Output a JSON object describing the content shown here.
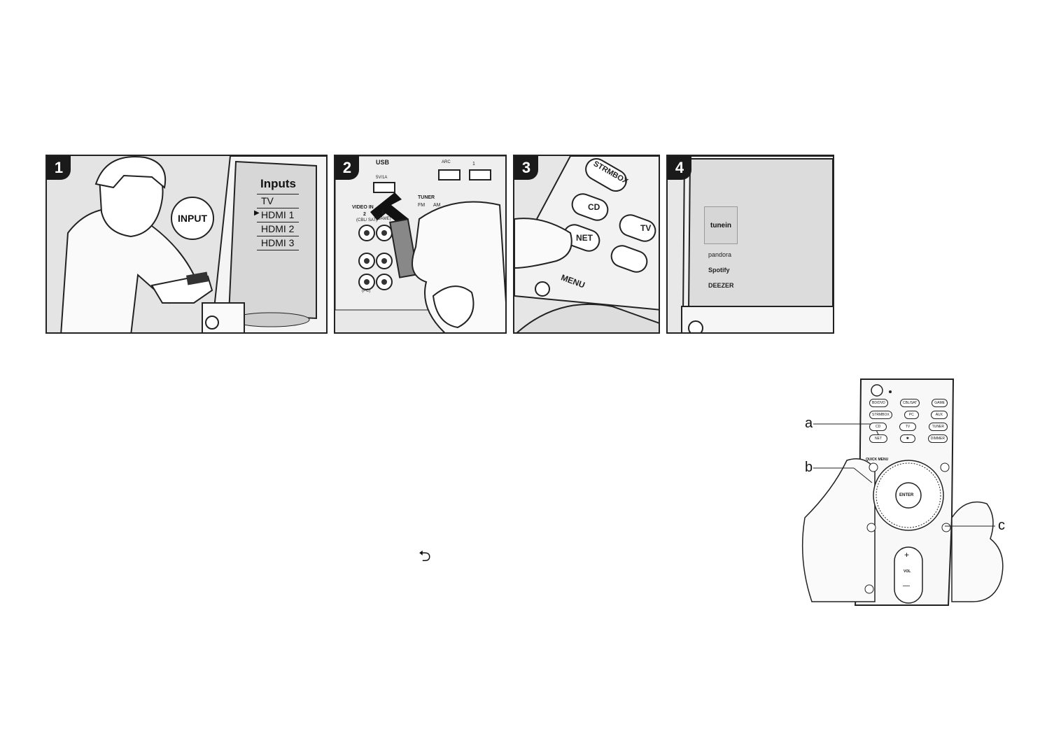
{
  "steps": [
    {
      "number": "1",
      "callout": "INPUT",
      "screen_title": "Inputs",
      "screen_items": [
        "TV",
        "HDMI 1",
        "HDMI 2",
        "HDMI 3"
      ],
      "selected_marker": "▶"
    },
    {
      "number": "2",
      "labels": [
        "USB",
        "5V/1A",
        "VIDEO IN",
        "TUNER",
        "FM",
        "AM",
        "2",
        "(CBL/ SAT)",
        "1",
        "(GAME)",
        "(PC)",
        "ARC",
        "1"
      ]
    },
    {
      "number": "3",
      "keys": [
        "STRMBOX",
        "CD",
        "TV",
        "NET",
        "MENU"
      ]
    },
    {
      "number": "4",
      "services": [
        "tunein",
        "pandora",
        "Spotify",
        "DEEZER"
      ]
    }
  ],
  "remote": {
    "rows": [
      [
        "BD/DVD",
        "CBL/SAT",
        "GAME"
      ],
      [
        "STRMBOX",
        "PC",
        "AUX"
      ],
      [
        "CD",
        "TV",
        "TUNER"
      ],
      [
        "NET",
        "",
        "DIMMER"
      ]
    ],
    "quick_menu": "QUICK MENU",
    "enter": "ENTER",
    "vol": "VOL",
    "vol_plus": "+",
    "vol_minus": "—"
  },
  "callouts": {
    "a": "a",
    "b": "b",
    "c": "c"
  },
  "back_symbol": "⮌"
}
